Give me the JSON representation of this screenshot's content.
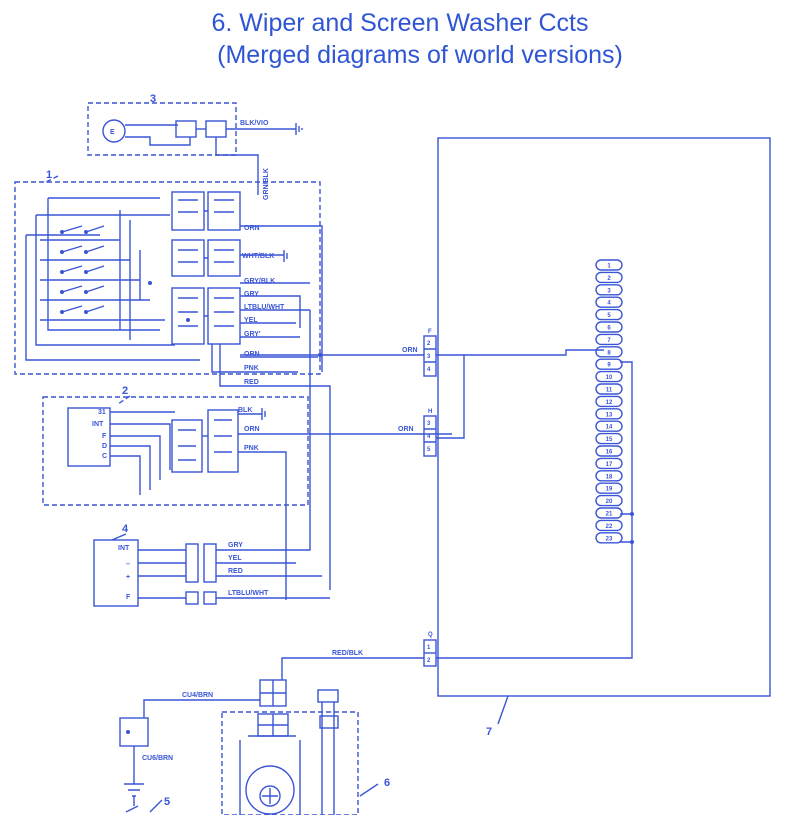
{
  "title_line1": "6. Wiper and Screen Washer Ccts",
  "title_line2": "(Merged diagrams of world versions)",
  "components": {
    "c1": "1",
    "c2": "2",
    "c3": "3",
    "c4": "4",
    "c5": "5",
    "c6": "6",
    "c7": "7"
  },
  "motor_symbol": "E",
  "wires": {
    "blk_vio": "BLK/VIO",
    "grn_blk": "GRN/BLK",
    "orn_a": "ORN",
    "wht_blk": "WHT/BLK",
    "gry_blk": "GRY/BLK",
    "gry_a": "GRY",
    "ltblu_wht_a": "LTBLU/WHT",
    "yel_a": "YEL",
    "gry_b": "GRY'",
    "orn_b": "ORN",
    "pnk_a": "PNK",
    "red_a": "RED",
    "blk": "BLK",
    "orn_c": "ORN",
    "pnk_b": "PNK",
    "gry_c": "GRY",
    "yel_b": "YEL",
    "red_b": "RED",
    "ltblu_wht_b": "LTBLU/WHT",
    "orn_f": "ORN",
    "orn_h": "ORN",
    "red_blk": "RED/BLK",
    "cu4_brn": "CU4/BRN",
    "cu6_brn": "CU6/BRN"
  },
  "switch2_terminals": [
    "31",
    "INT",
    "F",
    "D",
    "C"
  ],
  "switch4_terminals": [
    "INT",
    "–",
    "+",
    "F"
  ],
  "connector_f": {
    "letter": "F",
    "pins": [
      "2",
      "3",
      "4"
    ]
  },
  "connector_h": {
    "letter": "H",
    "pins": [
      "3",
      "4",
      "5"
    ]
  },
  "connector_q": {
    "letter": "Q",
    "pins": [
      "1",
      "2"
    ]
  },
  "module_pins": [
    "1",
    "2",
    "3",
    "4",
    "5",
    "6",
    "7",
    "8",
    "9",
    "10",
    "11",
    "12",
    "13",
    "14",
    "15",
    "16",
    "17",
    "18",
    "19",
    "20",
    "21",
    "22",
    "23"
  ]
}
